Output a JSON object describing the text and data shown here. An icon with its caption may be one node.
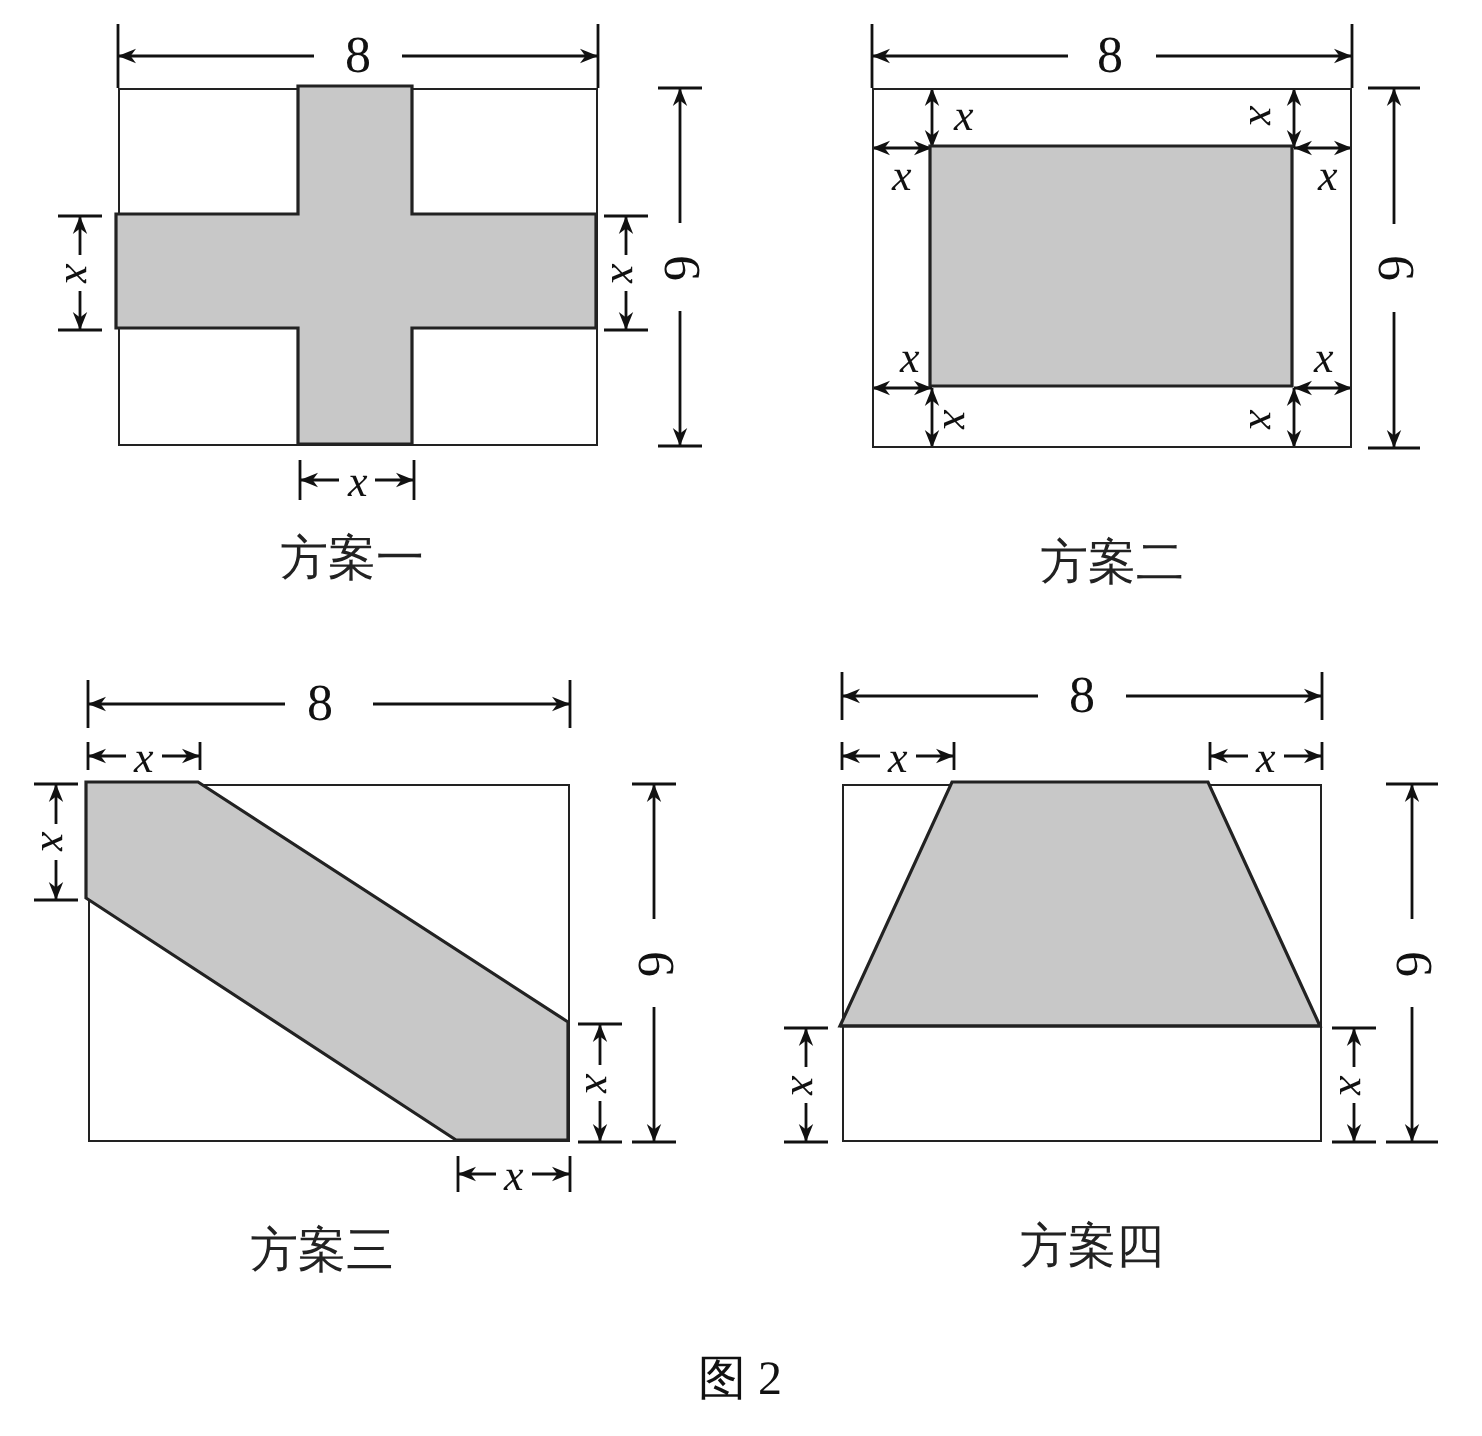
{
  "diagram": {
    "caption": "图 2",
    "nodes": [
      {
        "text": [],
        "shape": "box",
        "beside": [
          "方案一"
        ]
      },
      {
        "text": [],
        "shape": "box",
        "beside": [
          "方案二"
        ]
      },
      {
        "text": [],
        "shape": "box",
        "beside": [
          "方案三"
        ]
      },
      {
        "text": [],
        "shape": "box",
        "beside": [
          "方案四"
        ]
      }
    ],
    "edges": [],
    "labels": [
      "8",
      "x",
      "x",
      "6",
      "x",
      "8",
      "x",
      "x",
      "x",
      "6",
      "x",
      "x",
      "x",
      "x",
      "x",
      "8",
      "x",
      "x",
      "x",
      "6",
      "x",
      "8",
      "x",
      "x",
      "x",
      "x",
      "6"
    ]
  }
}
